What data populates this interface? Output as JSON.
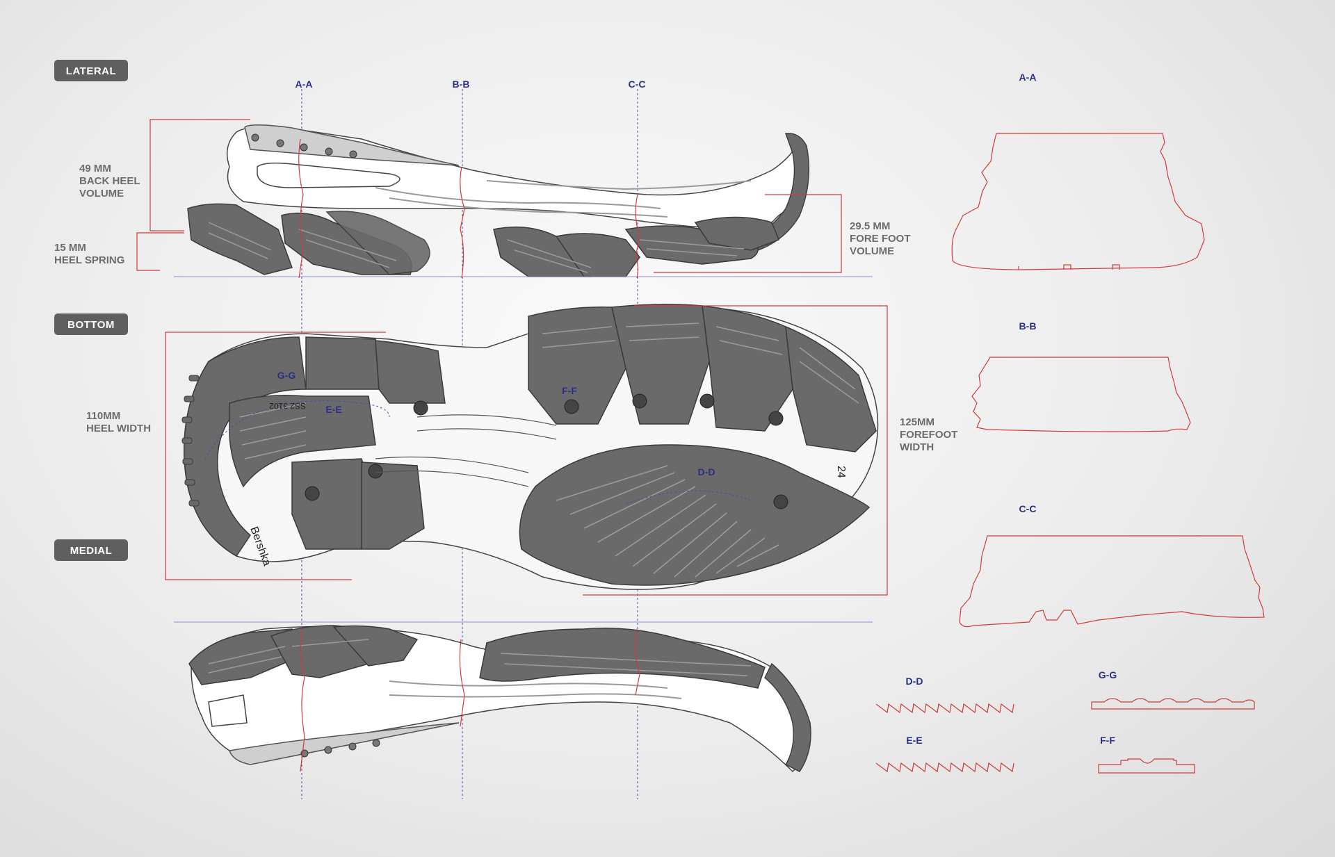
{
  "views": {
    "lateral": "LATERAL",
    "bottom": "BOTTOM",
    "medial": "MEDIAL"
  },
  "cuts": {
    "aa": "A-A",
    "bb": "B-B",
    "cc": "C-C",
    "dd": "D-D",
    "ee": "E-E",
    "ff": "F-F",
    "gg": "G-G"
  },
  "dimensions": {
    "back_heel": [
      "49 MM",
      "BACK HEEL",
      "VOLUME"
    ],
    "heel_spring": [
      "15 MM",
      "HEEL SPRING"
    ],
    "fore_foot": [
      "29.5 MM",
      "FORE FOOT",
      "VOLUME"
    ],
    "heel_width": [
      "110MM",
      "HEEL WIDTH"
    ],
    "forefoot_width": [
      "125MM",
      "FOREFOOT",
      "WIDTH"
    ]
  },
  "sole_markings": {
    "brand": "Bershka",
    "code": "SS2 3102",
    "size": "24"
  },
  "colors": {
    "section_labels": "#2a2f86",
    "dimension_lines": "#d23a3a",
    "tag_fill": "#5f5f5f",
    "rubber": "#6a6a6a"
  }
}
